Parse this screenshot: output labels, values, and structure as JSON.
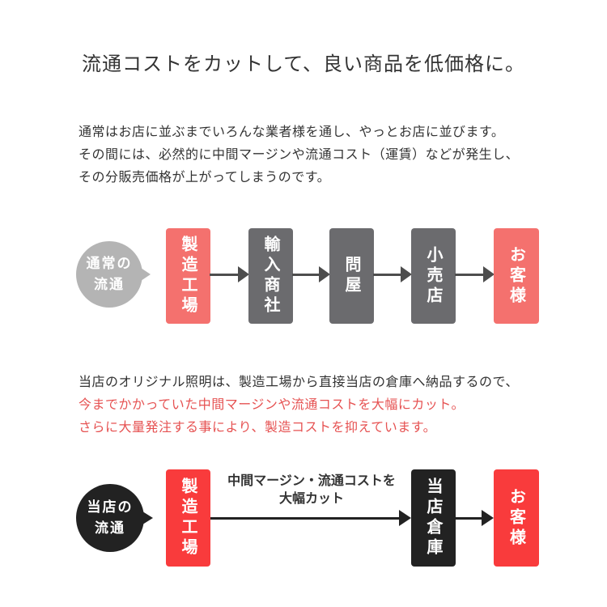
{
  "page": {
    "title": "流通コストをカットして、良い商品を低価格に。"
  },
  "intro": {
    "line1": "通常はお店に並ぶまでいろんな業者様を通し、やっとお店に並びます。",
    "line2": "その間には、必然的に中間マージンや流通コスト（運賃）などが発生し、",
    "line3": "その分販売価格が上がってしまうのです。"
  },
  "flow_normal": {
    "bubble_line1": "通常の",
    "bubble_line2": "流通",
    "steps": [
      {
        "label": "製造工場"
      },
      {
        "label": "輸入商社"
      },
      {
        "label": "問屋"
      },
      {
        "label": "小売店"
      },
      {
        "label": "お客様"
      }
    ]
  },
  "description": {
    "line1": "当店のオリジナル照明は、製造工場から直接当店の倉庫へ納品するので、",
    "line2": "今までかかっていた中間マージンや流通コストを大幅にカット。",
    "line3": "さらに大量発注する事により、製造コストを抑えています。"
  },
  "flow_ours": {
    "bubble_line1": "当店の",
    "bubble_line2": "流通",
    "factory_label": "製造工場",
    "warehouse_label": "当店倉庫",
    "customer_label": "お客様",
    "arrow_label_line1": "中間マージン・流通コストを",
    "arrow_label_line2": "大幅カット"
  },
  "colors": {
    "text-dark": "#333333",
    "text-red": "#e65252",
    "soft-red": "#f4716e",
    "gray-box": "#6b6b6e",
    "gray-bubble": "#b4b4b4",
    "arrow-gray": "#4d4d4d",
    "bright-red": "#f93b3c",
    "black-box": "#222222"
  }
}
